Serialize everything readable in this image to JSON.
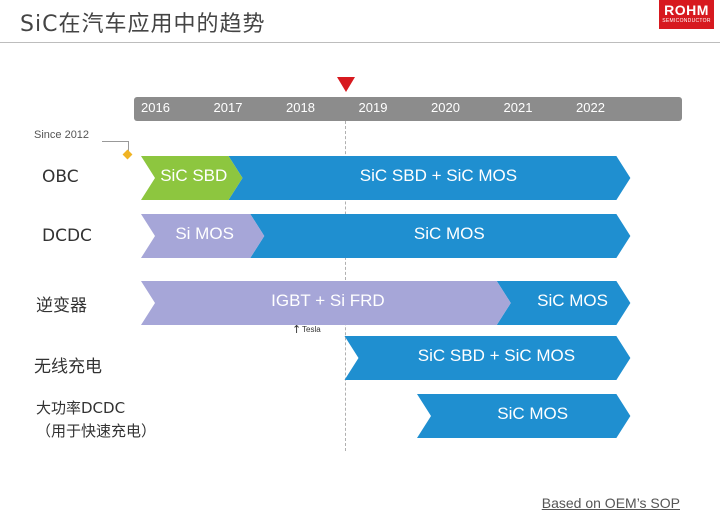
{
  "header": {
    "title": "SiC在汽车应用中的趋势",
    "logo": "ROHM",
    "logo_sub": "SEMICONDUCTOR"
  },
  "timeline": {
    "years": [
      "2016",
      "2017",
      "2018",
      "2019",
      "2020",
      "2021",
      "2022"
    ],
    "marker_year": "2018.5"
  },
  "annotations": {
    "since": "Since 2012",
    "tesla": "Tesla",
    "footnote": "Based on OEM’s SOP"
  },
  "rows": [
    {
      "label": "OBC",
      "segments": [
        {
          "text": "SiC SBD",
          "color": "#8dc63f",
          "start": 2016,
          "end": 2017.4
        },
        {
          "text": "SiC SBD + SiC MOS",
          "color": "#1f8fd0",
          "start": 2017.4,
          "end": 2022.75
        }
      ]
    },
    {
      "label": "DCDC",
      "segments": [
        {
          "text": "Si MOS",
          "color": "#a6a6d8",
          "start": 2016,
          "end": 2017.7
        },
        {
          "text": "SiC MOS",
          "color": "#1f8fd0",
          "start": 2017.7,
          "end": 2022.75
        }
      ]
    },
    {
      "label": "逆变器",
      "segments": [
        {
          "text": "IGBT + Si FRD",
          "color": "#a6a6d8",
          "start": 2016,
          "end": 2021.1
        },
        {
          "text": "SiC MOS",
          "color": "#1f8fd0",
          "start": 2021.1,
          "end": 2022.75
        }
      ]
    },
    {
      "label": "无线充电",
      "segments": [
        {
          "text": "SiC SBD + SiC MOS",
          "color": "#1f8fd0",
          "start": 2019.0,
          "end": 2022.75
        }
      ]
    },
    {
      "label": "大功率DCDC",
      "label2": "（用于快速充电）",
      "segments": [
        {
          "text": "SiC MOS",
          "color": "#1f8fd0",
          "start": 2020.0,
          "end": 2022.75
        }
      ]
    }
  ],
  "colors": {
    "sic": "#1f8fd0",
    "sbd": "#8dc63f",
    "si": "#a6a6d8",
    "marker": "#d7191f",
    "timeline": "#8c8c8c"
  }
}
